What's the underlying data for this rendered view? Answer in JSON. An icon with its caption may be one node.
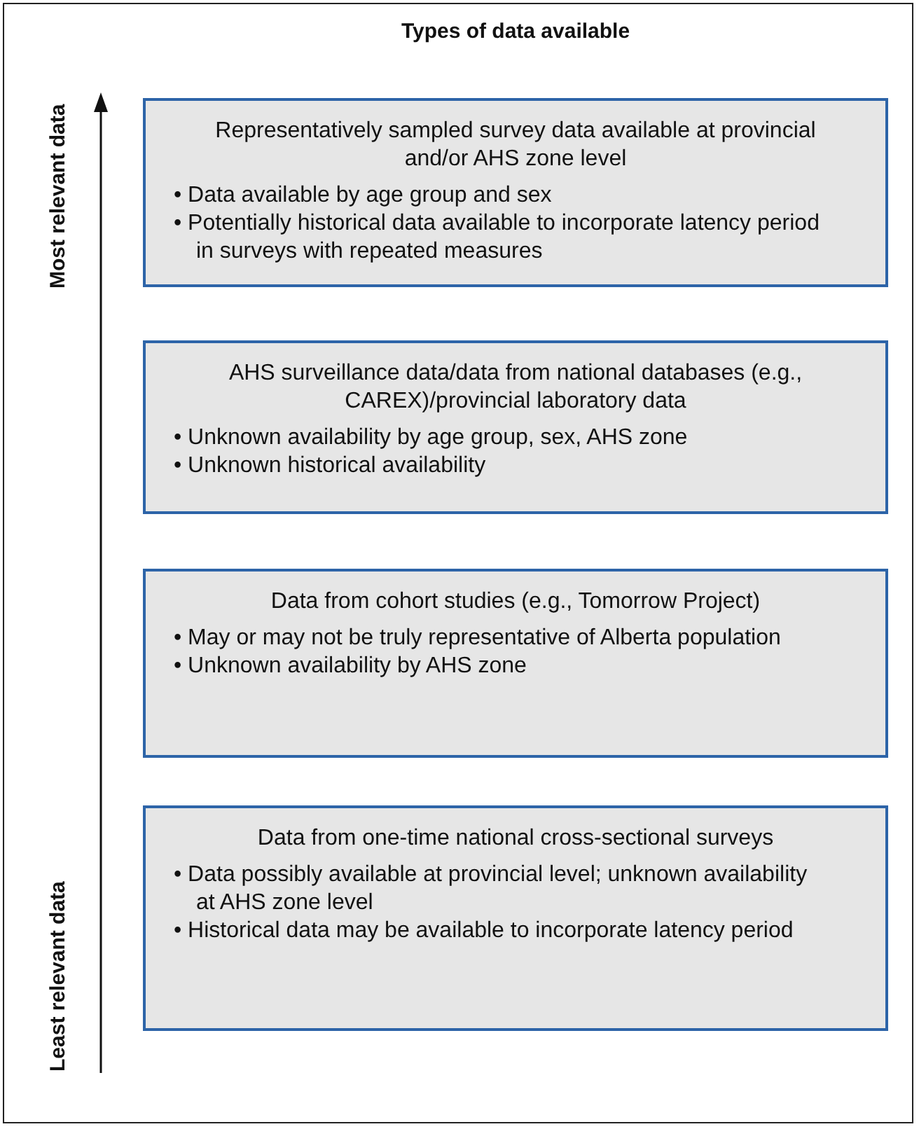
{
  "diagram": {
    "title": "Types of data available",
    "nodes": [
      {
        "text": [
          "Representatively sampled survey data available at provincial and/or AHS zone level",
          "• Data available by age group and sex",
          "• Potentially historical data available to incorporate latency period in surveys with repeated measures"
        ]
      },
      {
        "text": [
          "AHS surveillance data/data from national databases (e.g., CAREX)/provincial laboratory data",
          "• Unknown availability by age group, sex, AHS zone",
          "• Unknown historical availability"
        ]
      },
      {
        "text": [
          "Data from cohort studies (e.g., Tomorrow Project)",
          "• May or may not be truly representative of Alberta population",
          "• Unknown availability by AHS zone"
        ]
      },
      {
        "text": [
          "Data from one-time national cross-sectional surveys",
          "• Data possibly available at provincial level; unknown availability at AHS zone level",
          "• Historical data may be available to incorporate latency period"
        ]
      }
    ],
    "labels": [
      "Most relevant data",
      "Least relevant data"
    ]
  }
}
